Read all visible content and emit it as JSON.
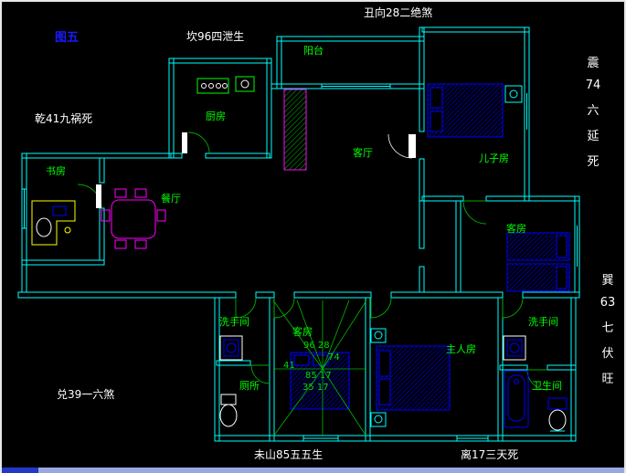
{
  "annotations": {
    "figure_label": "图五",
    "kan": "坎96四泄生",
    "chou": "丑向28二绝煞",
    "qian": "乾41九祸死",
    "zhen_chars": [
      "震",
      "74",
      "六",
      "延",
      "死"
    ],
    "xun_chars": [
      "巽",
      "63",
      "七",
      "伏",
      "旺"
    ],
    "dui": "兑39一六煞",
    "weishan": "未山85五五生",
    "li": "离17三天死"
  },
  "rooms": {
    "balcony": "阳台",
    "kitchen": "厨房",
    "living_room": "客厅",
    "son_room": "儿子房",
    "study": "书房",
    "dining": "餐厅",
    "guest_room": "客房",
    "washroom_left": "洗手间",
    "guest_room_center": "客房",
    "washroom_right": "洗手间",
    "toilet": "厕所",
    "master_room": "主人房",
    "bathroom": "卫生间"
  },
  "compass_numbers": {
    "n1": "96 28",
    "n2": "74",
    "n3": "41",
    "n4": "85 17",
    "n5": "35 17"
  },
  "colors": {
    "background": "#000000",
    "wall": "#00ffff",
    "room_label": "#00ff00",
    "annotation": "#ffffff",
    "figure_label": "#1a1aff",
    "furniture_bed": "#0000ff",
    "furniture_dining": "#ff00ff",
    "furniture_desk": "#ffff00",
    "door_arc": "#00aa00"
  }
}
